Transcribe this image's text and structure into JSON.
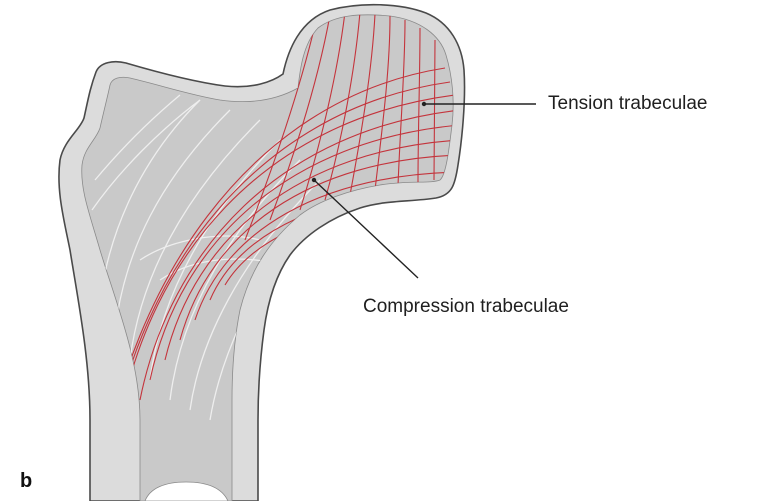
{
  "figure": {
    "panel_letter": "b",
    "labels": {
      "tension": "Tension trabeculae",
      "compression": "Compression trabeculae"
    }
  },
  "colors": {
    "cortex_fill": "#dcdcdc",
    "cancellous_fill": "#c9c9c9",
    "bone_outline": "#4a4a4a",
    "tension_trabecula": "#c4343c",
    "compression_trabecula": "#eeeeee",
    "leader_line": "#222222"
  }
}
